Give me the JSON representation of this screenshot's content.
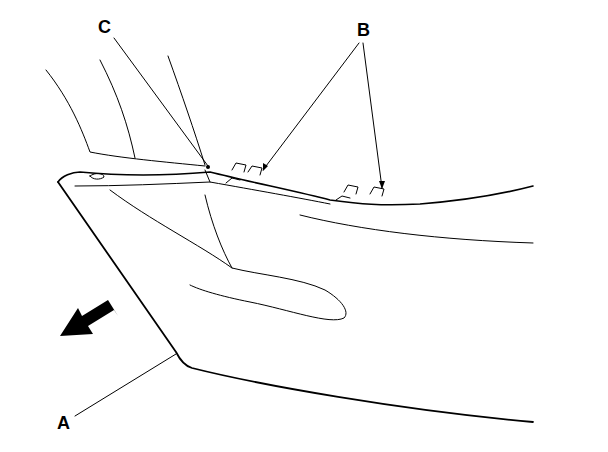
{
  "diagram": {
    "labels": [
      "C",
      "B",
      "A"
    ]
  }
}
